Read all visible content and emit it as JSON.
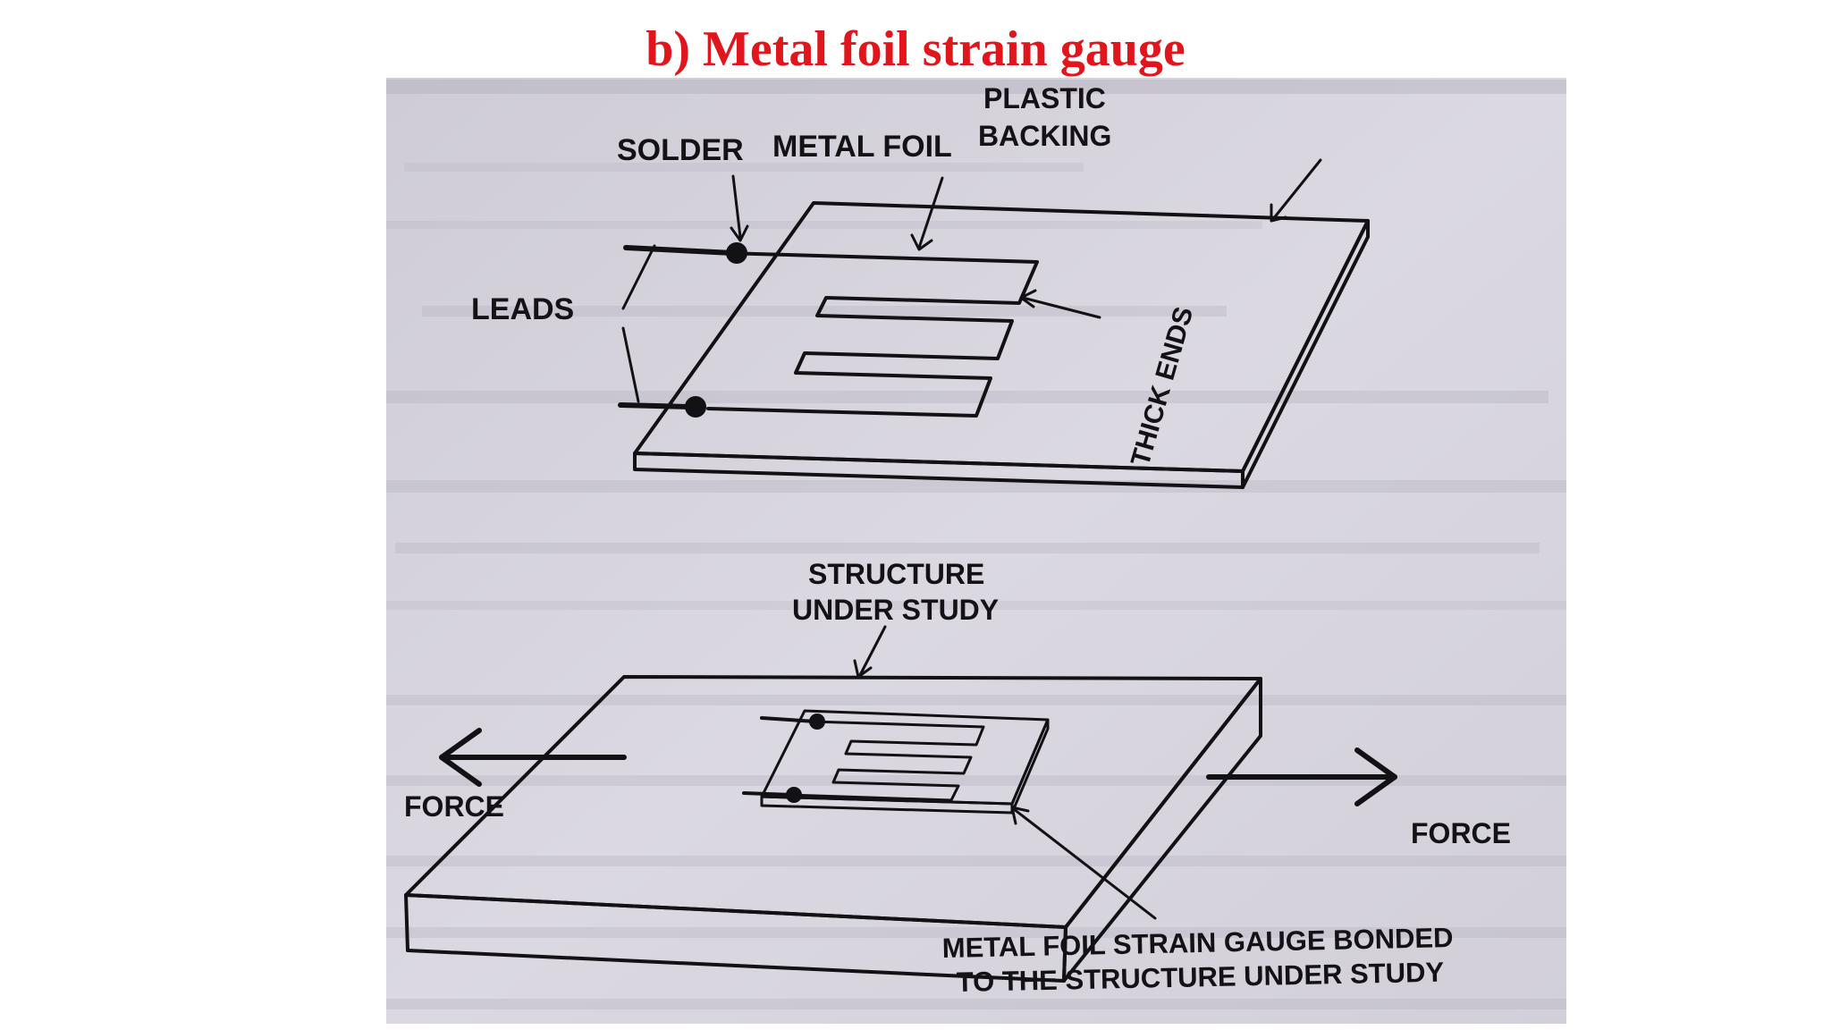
{
  "title": "b) Metal foil strain gauge",
  "colors": {
    "title": "#e0161c",
    "paper": "#d6d3dd",
    "ink": "#121114"
  },
  "diagram": {
    "labels": {
      "solder": "SOLDER",
      "metal_foil": "METAL FOIL",
      "plastic_backing_1": "PLASTIC",
      "plastic_backing_2": "BACKING",
      "leads": "LEADS",
      "thick_ends": "THICK ENDS",
      "structure_1": "STRUCTURE",
      "structure_2": "UNDER STUDY",
      "force_left": "FORCE",
      "force_right": "FORCE",
      "bonded_1": "METAL FOIL STRAIN GAUGE BONDED",
      "bonded_2": "TO THE STRUCTURE UNDER STUDY"
    }
  }
}
